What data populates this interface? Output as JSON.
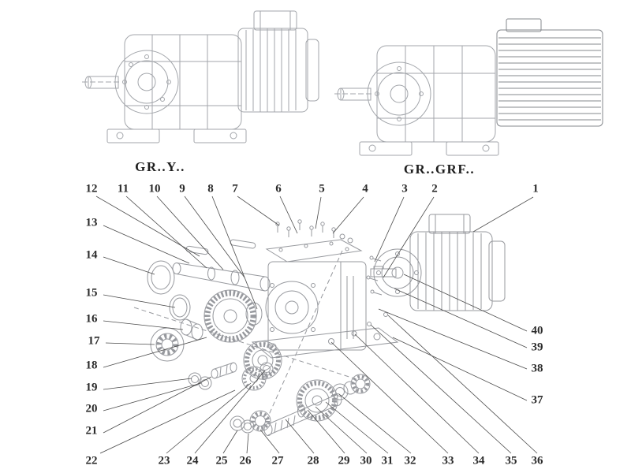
{
  "diagram": {
    "type": "exploded-parts-diagram",
    "subject": "helical gear reducer / gearmotor"
  },
  "variant_labels": {
    "left": "GR..Y..",
    "right": "GR..GRF.."
  },
  "callouts": {
    "top": [
      "12",
      "11",
      "10",
      "9",
      "8",
      "7",
      "6",
      "5",
      "4",
      "3",
      "2",
      "1"
    ],
    "left": [
      "13",
      "14",
      "15",
      "16",
      "17",
      "18",
      "19",
      "20",
      "21",
      "22"
    ],
    "bottom": [
      "23",
      "24",
      "25",
      "26",
      "27",
      "28",
      "29",
      "30",
      "31",
      "32",
      "33",
      "34",
      "35",
      "36"
    ],
    "right": [
      "40",
      "39",
      "38",
      "37"
    ]
  },
  "illustrations": {
    "top_left": "foot-mounted-gearmotor-drawing",
    "top_right": "flange-mounted-gearmotor-drawing",
    "center": "exploded-view-drawing"
  },
  "colors": {
    "background": "#ffffff",
    "line_art": "#a3a6ab",
    "exploded_art": "#97999e",
    "leader_lines": "#4c4c4c",
    "text": "#2b2b2b"
  }
}
